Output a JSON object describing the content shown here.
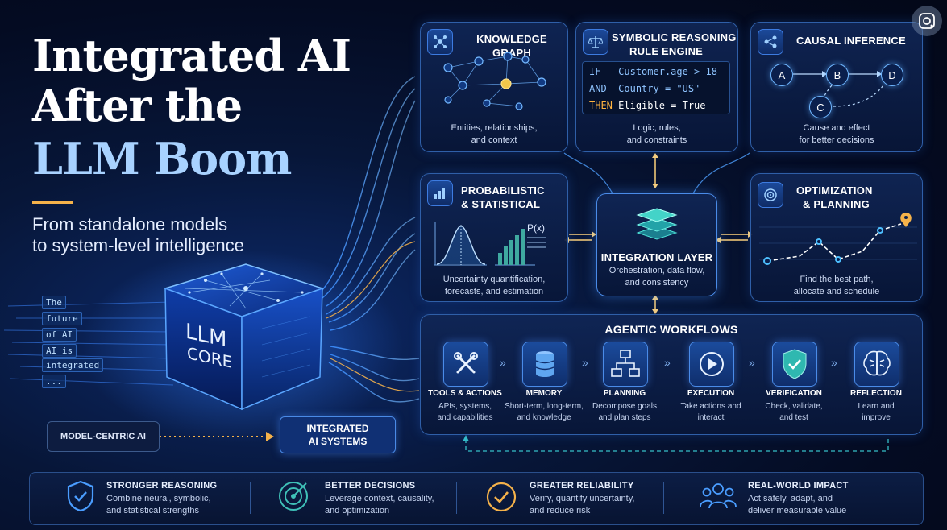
{
  "title": {
    "line1": "Integrated AI",
    "line2": "After the",
    "line3": "LLM Boom"
  },
  "subtitle": {
    "line1": "From standalone models",
    "line2": "to system-level intelligence"
  },
  "core": {
    "line1": "LLM",
    "line2": "CORE"
  },
  "code_words": [
    "The",
    "future",
    "of AI",
    "AI is",
    "integrated",
    "..."
  ],
  "transition": {
    "from": "MODEL-CENTRIC AI",
    "to_line1": "INTEGRATED",
    "to_line2": "AI SYSTEMS"
  },
  "knowledge_graph": {
    "title": "KNOWLEDGE GRAPH",
    "desc1": "Entities, relationships,",
    "desc2": "and context"
  },
  "symbolic": {
    "title1": "SYMBOLIC REASONING",
    "title2": "RULE ENGINE",
    "code": [
      {
        "kw": "IF",
        "text": "Customer.age > 18"
      },
      {
        "kw": "AND",
        "text": "Country = \"US\""
      },
      {
        "kw": "THEN",
        "text": "Eligible = True"
      }
    ],
    "desc1": "Logic, rules,",
    "desc2": "and constraints"
  },
  "causal": {
    "title": "CAUSAL INFERENCE",
    "nodes": [
      "A",
      "B",
      "D",
      "C"
    ],
    "desc1": "Cause and effect",
    "desc2": "for better decisions"
  },
  "probabilistic": {
    "title1": "PROBABILISTIC",
    "title2": "& STATISTICAL",
    "px_label": "P(x)",
    "desc1": "Uncertainty quantification,",
    "desc2": "forecasts, and estimation"
  },
  "integration": {
    "title": "INTEGRATION LAYER",
    "desc1": "Orchestration, data flow,",
    "desc2": "and consistency"
  },
  "optimization": {
    "title1": "OPTIMIZATION",
    "title2": "& PLANNING",
    "desc1": "Find the best path,",
    "desc2": "allocate and schedule"
  },
  "agentic": {
    "title": "AGENTIC WORKFLOWS",
    "steps": [
      {
        "title": "TOOLS & ACTIONS",
        "desc1": "APIs, systems,",
        "desc2": "and capabilities",
        "icon": "tools-icon"
      },
      {
        "title": "MEMORY",
        "desc1": "Short-term, long-term,",
        "desc2": "and knowledge",
        "icon": "database-icon"
      },
      {
        "title": "PLANNING",
        "desc1": "Decompose goals",
        "desc2": "and plan steps",
        "icon": "hierarchy-icon"
      },
      {
        "title": "EXECUTION",
        "desc1": "Take actions and",
        "desc2": "interact",
        "icon": "play-icon"
      },
      {
        "title": "VERIFICATION",
        "desc1": "Check, validate,",
        "desc2": "and test",
        "icon": "shield-check-icon"
      },
      {
        "title": "REFLECTION",
        "desc1": "Learn and",
        "desc2": "improve",
        "icon": "brain-icon"
      }
    ]
  },
  "benefits": [
    {
      "title": "STRONGER REASONING",
      "desc1": "Combine neural, symbolic,",
      "desc2": "and statistical strengths",
      "icon": "shield-check-icon"
    },
    {
      "title": "BETTER DECISIONS",
      "desc1": "Leverage context, causality,",
      "desc2": "and optimization",
      "icon": "target-icon"
    },
    {
      "title": "GREATER RELIABILITY",
      "desc1": "Verify, quantify uncertainty,",
      "desc2": "and reduce risk",
      "icon": "check-circle-icon"
    },
    {
      "title": "REAL-WORLD IMPACT",
      "desc1": "Act safely, adapt, and",
      "desc2": "deliver measurable value",
      "icon": "people-icon"
    }
  ],
  "colors": {
    "accent": "#4a9dff",
    "highlight": "#ffb340",
    "background": "#050d26"
  }
}
